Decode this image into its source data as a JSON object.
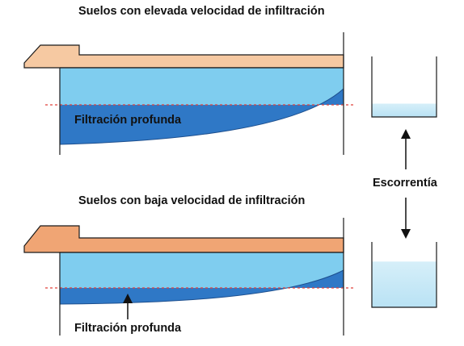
{
  "colors": {
    "soil": "#f6c9a2",
    "soil_top_panel": "#f0b88e",
    "soil_dark": "#f0a574",
    "water": "#7fcdef",
    "deep_filtration": "#2f78c6",
    "water_table_line": "#e0403a",
    "runoff_water": "#c8e8f6",
    "outline": "#1a1a1a"
  },
  "panels": [
    {
      "title": "Suelos con elevada velocidad de infiltración",
      "deep_filtration_label": "Filtración profunda",
      "runoff_level": 0.22,
      "deep_filtration_has_arrow": false
    },
    {
      "title": "Suelos con baja velocidad de infiltración",
      "deep_filtration_label": "Filtración profunda",
      "runoff_level": 0.7,
      "deep_filtration_has_arrow": true
    }
  ],
  "runoff_label": "Escorrentía"
}
